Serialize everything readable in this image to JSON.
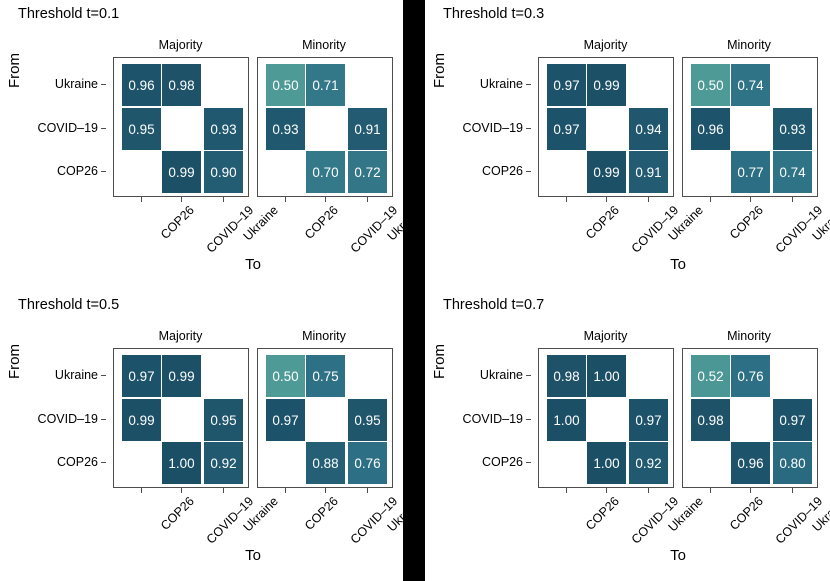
{
  "figure": {
    "axis_x_title": "To",
    "axis_y_title": "From",
    "row_labels": [
      "Ukraine",
      "COVID–19",
      "COP26"
    ],
    "col_labels": [
      "COP26",
      "COVID–19",
      "Ukraine"
    ],
    "strip_labels": [
      "Majority",
      "Minority"
    ],
    "colors": {
      "low": "#4d9a96",
      "mid": "#2e7186",
      "high": "#1b4f66",
      "panel_border": "#4d4d4d",
      "divider": "#000000",
      "text": "#000000",
      "tile_text": "#ffffff"
    }
  },
  "chart_data": {
    "type": "heatmap",
    "title": "",
    "xlabel": "To",
    "ylabel": "From",
    "value_range": [
      0.5,
      1.0
    ],
    "colorscale": "teal-to-navy (low=light teal, high=dark navy)",
    "grid": false,
    "legend": "none",
    "facets": [
      {
        "title": "Threshold t=0.1",
        "panels": [
          {
            "strip": "Majority",
            "rows": [
              "Ukraine",
              "COVID–19",
              "COP26"
            ],
            "cols": [
              "COP26",
              "COVID–19",
              "Ukraine"
            ],
            "matrix": [
              [
                0.96,
                0.98,
                null
              ],
              [
                0.95,
                null,
                0.93
              ],
              [
                null,
                0.99,
                0.9
              ]
            ]
          },
          {
            "strip": "Minority",
            "rows": [
              "Ukraine",
              "COVID–19",
              "COP26"
            ],
            "cols": [
              "COP26",
              "COVID–19",
              "Ukraine"
            ],
            "matrix": [
              [
                0.5,
                0.71,
                null
              ],
              [
                0.93,
                null,
                0.91
              ],
              [
                null,
                0.7,
                0.72
              ]
            ]
          }
        ]
      },
      {
        "title": "Threshold t=0.3",
        "panels": [
          {
            "strip": "Majority",
            "rows": [
              "Ukraine",
              "COVID–19",
              "COP26"
            ],
            "cols": [
              "COP26",
              "COVID–19",
              "Ukraine"
            ],
            "matrix": [
              [
                0.97,
                0.99,
                null
              ],
              [
                0.97,
                null,
                0.94
              ],
              [
                null,
                0.99,
                0.91
              ]
            ]
          },
          {
            "strip": "Minority",
            "rows": [
              "Ukraine",
              "COVID–19",
              "COP26"
            ],
            "cols": [
              "COP26",
              "COVID–19",
              "Ukraine"
            ],
            "matrix": [
              [
                0.5,
                0.74,
                null
              ],
              [
                0.96,
                null,
                0.93
              ],
              [
                null,
                0.77,
                0.74
              ]
            ]
          }
        ]
      },
      {
        "title": "Threshold t=0.5",
        "panels": [
          {
            "strip": "Majority",
            "rows": [
              "Ukraine",
              "COVID–19",
              "COP26"
            ],
            "cols": [
              "COP26",
              "COVID–19",
              "Ukraine"
            ],
            "matrix": [
              [
                0.97,
                0.99,
                null
              ],
              [
                0.99,
                null,
                0.95
              ],
              [
                null,
                1.0,
                0.92
              ]
            ]
          },
          {
            "strip": "Minority",
            "rows": [
              "Ukraine",
              "COVID–19",
              "COP26"
            ],
            "cols": [
              "COP26",
              "COVID–19",
              "Ukraine"
            ],
            "matrix": [
              [
                0.5,
                0.75,
                null
              ],
              [
                0.97,
                null,
                0.95
              ],
              [
                null,
                0.88,
                0.76
              ]
            ]
          }
        ]
      },
      {
        "title": "Threshold t=0.7",
        "panels": [
          {
            "strip": "Majority",
            "rows": [
              "Ukraine",
              "COVID–19",
              "COP26"
            ],
            "cols": [
              "COP26",
              "COVID–19",
              "Ukraine"
            ],
            "matrix": [
              [
                0.98,
                1.0,
                null
              ],
              [
                1.0,
                null,
                0.97
              ],
              [
                null,
                1.0,
                0.92
              ]
            ]
          },
          {
            "strip": "Minority",
            "rows": [
              "Ukraine",
              "COVID–19",
              "COP26"
            ],
            "cols": [
              "COP26",
              "COVID–19",
              "Ukraine"
            ],
            "matrix": [
              [
                0.52,
                0.76,
                null
              ],
              [
                0.98,
                null,
                0.97
              ],
              [
                null,
                0.96,
                0.8
              ]
            ]
          }
        ]
      }
    ]
  }
}
